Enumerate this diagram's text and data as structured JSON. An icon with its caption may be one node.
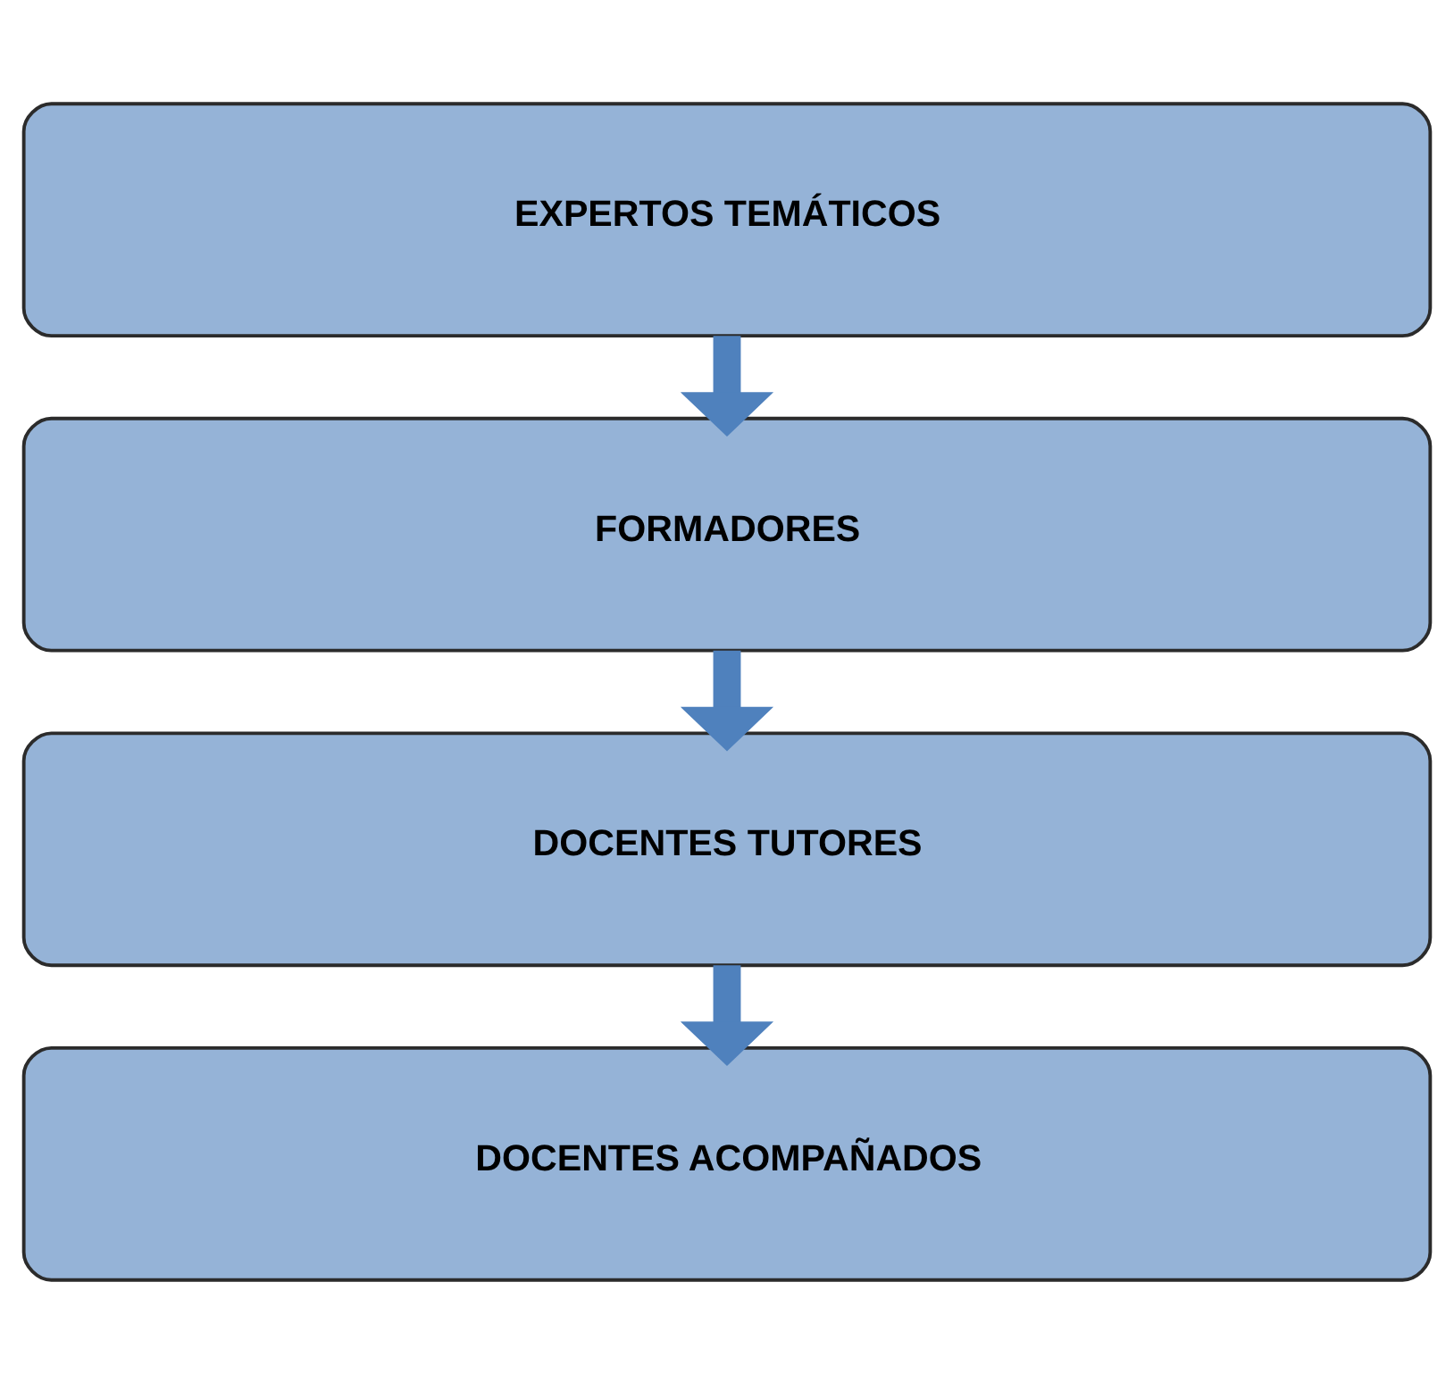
{
  "diagram": {
    "nodes": [
      {
        "text": [
          "EXPERTOS TEMÁTICOS"
        ]
      },
      {
        "text": [
          "FORMADORES"
        ]
      },
      {
        "text": [
          "DOCENTES TUTORES"
        ]
      },
      {
        "text": [
          "DOCENTES ACOMPAÑADOS"
        ]
      }
    ],
    "edges": [
      {
        "from": 0,
        "to": 1,
        "arrow": "to"
      },
      {
        "from": 1,
        "to": 2,
        "arrow": "to"
      },
      {
        "from": 2,
        "to": 3,
        "arrow": "to"
      }
    ]
  }
}
